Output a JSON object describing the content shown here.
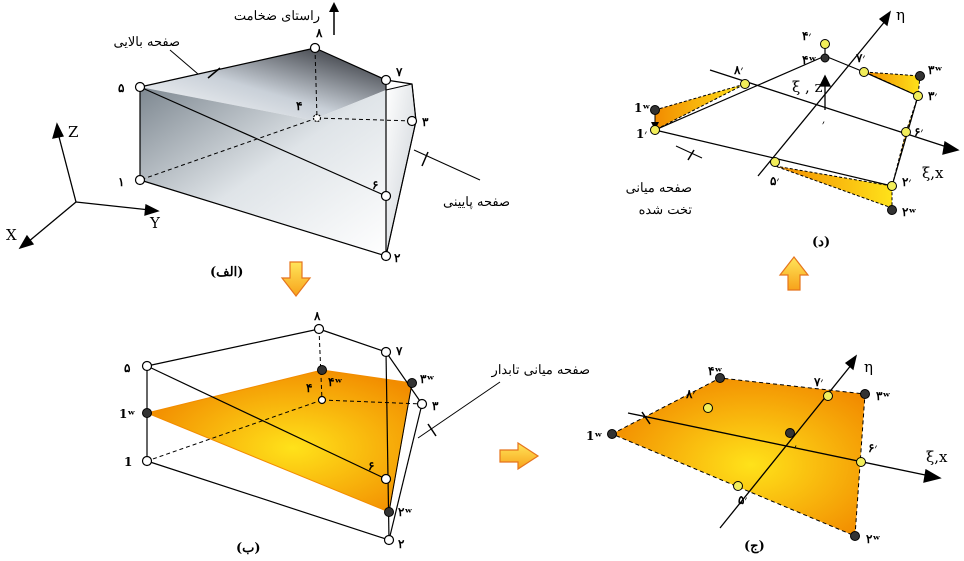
{
  "panels": {
    "a": {
      "caption": "(الف)",
      "top_label": "صفحه بالایی",
      "bottom_label": "صفحه پایینی",
      "thickness_label": "راستای ضخامت"
    },
    "b": {
      "caption": "(ب)",
      "mid_label": "صفحه میانی تابدار"
    },
    "c": {
      "caption": "(ج)"
    },
    "d": {
      "caption": "(د)",
      "flat_label_1": "صفحه میانی",
      "flat_label_2": "تخت شده"
    }
  },
  "axes": {
    "z": "Z",
    "y": "Y",
    "x": "X",
    "xi_x": "ξ,x",
    "xi_z": "ξ , z",
    "eta": "η"
  },
  "nodes": {
    "n1": "۱",
    "n2": "۲",
    "n3": "۳",
    "n4": "۴",
    "n5": "۵",
    "n6": "۶",
    "n7": "۷",
    "n8": "۸",
    "b_1": "1",
    "b_1w": "1ʷ",
    "b_2w": "۲ʷ",
    "b_3w": "۳ʷ",
    "b_4w": "۴ʷ",
    "b_2": "۲",
    "c_1w": "1ʷ",
    "c_4w": "۴ʷ",
    "c_3w": "۳ʷ",
    "c_2w": "۲ʷ",
    "c_8p": "۸׳",
    "c_7p": "۷׳",
    "c_6p": "۶׳",
    "c_5p": "۵׳",
    "c_0": "׳",
    "d_1": "1׳",
    "d_1w": "1ʷ",
    "d_4p": "۴׳",
    "d_4w": "۴ʷ",
    "d_8p": "۸׳",
    "d_7p": "۷׳",
    "d_3w": "۳ʷ",
    "d_3p": "۳׳",
    "d_6p": "۶׳",
    "d_5p": "۵׳",
    "d_2p": "۲׳",
    "d_2w": "۲ʷ",
    "d_0": "׳"
  },
  "colors": {
    "orange_dark": "#f28c00",
    "orange_light": "#ffe21a",
    "node_yellow": "#f2ee5a",
    "node_dark": "#333333",
    "arrow_fill": "#ffd23a",
    "arrow_stroke": "#e5741d"
  }
}
